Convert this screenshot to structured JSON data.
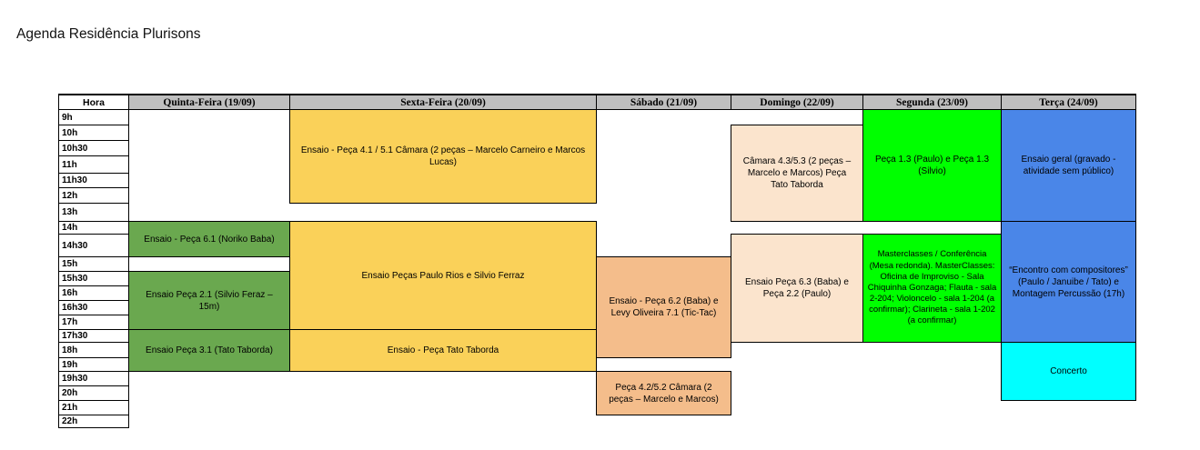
{
  "title": "Agenda Residência Plurisons",
  "schedule": {
    "hour_header": "Hora",
    "day_headers": [
      "Quinta-Feira (19/09)",
      "Sexta-Feira (20/09)",
      "Sábado (21/09)",
      "Domingo (22/09)",
      "Segunda (23/09)",
      "Terça (24/09)"
    ],
    "times": [
      "9h",
      "10h",
      "10h30",
      "11h",
      "11h30",
      "12h",
      "13h",
      "14h",
      "14h30",
      "15h",
      "15h30",
      "16h",
      "16h30",
      "17h",
      "17h30",
      "18h",
      "19h",
      "19h30",
      "20h",
      "21h",
      "22h"
    ],
    "colors": {
      "quinta_green": "#6AA84F",
      "sexta_yellow": "#FAD159",
      "sabado_orange": "#F4BD8B",
      "domingo_peach": "#FBE4CD",
      "segunda_green": "#00FF00",
      "terca_blue": "#4A86E8",
      "concert_cyan": "#00FFFF",
      "header_gray": "#BFBFBF"
    },
    "events": [
      {
        "day": 0,
        "start": "14h",
        "end": "15h",
        "label": "Ensaio - Peça 6.1 (Noriko Baba)",
        "color": "quinta_green"
      },
      {
        "day": 0,
        "start": "15h30",
        "end": "17h30",
        "label": "Ensaio Peça 2.1 (Silvio Feraz –15m)",
        "color": "quinta_green"
      },
      {
        "day": 0,
        "start": "17h30",
        "end": "19h30",
        "label": "Ensaio Peça 3.1 (Tato Taborda)",
        "color": "quinta_green"
      },
      {
        "day": 1,
        "start": "9h",
        "end": "13h",
        "label": "Ensaio - Peça 4.1 / 5.1 Câmara (2 peças – Marcelo Carneiro e Marcos Lucas)",
        "color": "sexta_yellow"
      },
      {
        "day": 1,
        "start": "14h",
        "end": "17h30",
        "label": "Ensaio Peças Paulo Rios e Silvio Ferraz",
        "color": "sexta_yellow"
      },
      {
        "day": 1,
        "start": "17h30",
        "end": "19h30",
        "label": "Ensaio - Peça Tato Taborda",
        "color": "sexta_yellow"
      },
      {
        "day": 2,
        "start": "15h",
        "end": "19h",
        "label": "Ensaio - Peça 6.2 (Baba) e Levy Oliveira 7.1 (Tic-Tac)",
        "color": "sabado_orange"
      },
      {
        "day": 2,
        "start": "19h30",
        "end": "22h",
        "label": "Peça 4.2/5.2 Câmara (2 peças – Marcelo e Marcos)",
        "color": "sabado_orange"
      },
      {
        "day": 3,
        "start": "10h",
        "end": "14h",
        "label": "Câmara 4.3/5.3 (2 peças – Marcelo e Marcos) Peça Tato Taborda",
        "color": "domingo_peach"
      },
      {
        "day": 3,
        "start": "14h30",
        "end": "18h",
        "label": "Ensaio Peça 6.3 (Baba) e Peça 2.2 (Paulo)",
        "color": "domingo_peach"
      },
      {
        "day": 4,
        "start": "9h",
        "end": "14h",
        "label": "Peça 1.3 (Paulo) e Peça 1.3 (Silvio)",
        "color": "segunda_green"
      },
      {
        "day": 4,
        "start": "14h30",
        "end": "18h",
        "label": "Masterclasses / Conferência (Mesa redonda). MasterClasses: Oficina de Improviso - Sala Chiquinha Gonzaga; Flauta - sala 2-204; Violoncelo - sala 1-204 (a confirmar); Clarineta - sala 1-202 (a confirmar)",
        "color": "segunda_green"
      },
      {
        "day": 5,
        "start": "9h",
        "end": "14h",
        "label": "Ensaio geral (gravado - atividade sem público)",
        "color": "terca_blue"
      },
      {
        "day": 5,
        "start": "14h",
        "end": "18h",
        "label": "“Encontro com compositores” (Paulo / Januibe / Tato) e Montagem Percussão (17h)",
        "color": "terca_blue"
      },
      {
        "day": 5,
        "start": "18h",
        "end": "21h",
        "label": "Concerto",
        "color": "concert_cyan"
      }
    ]
  }
}
